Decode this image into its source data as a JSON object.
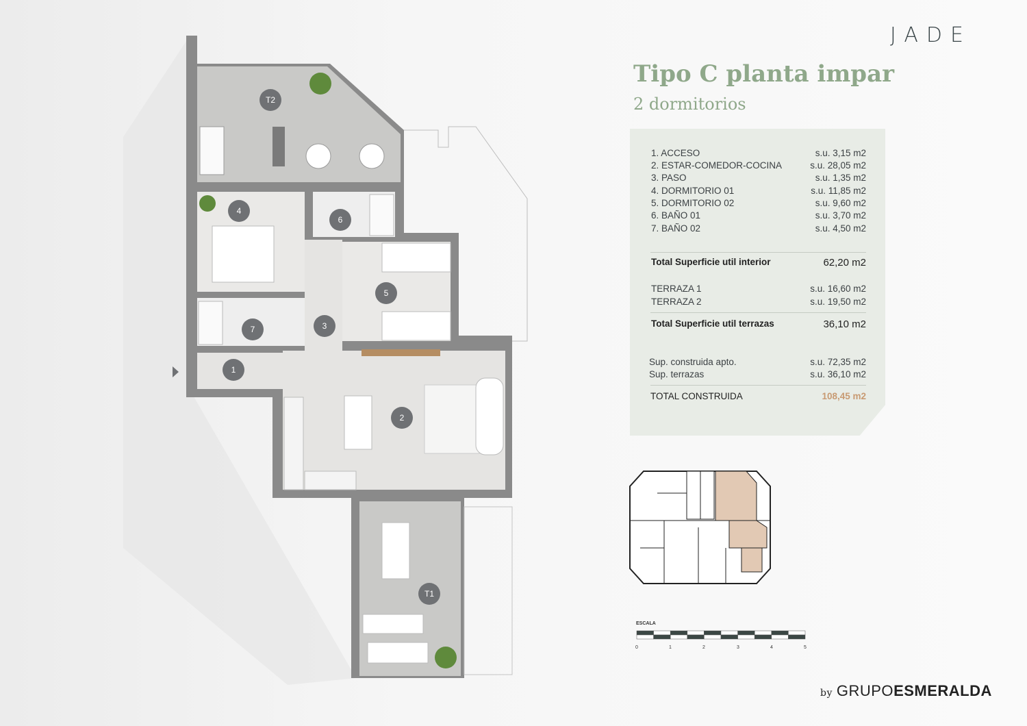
{
  "brand": "JADE",
  "title": "Tipo C planta impar",
  "subtitle": "2 dormitorios",
  "rooms": [
    {
      "label": "1. ACCESO",
      "value": "s.u.   3,15 m2"
    },
    {
      "label": "2. ESTAR-COMEDOR-COCINA",
      "value": "s.u. 28,05 m2"
    },
    {
      "label": "3. PASO",
      "value": "s.u.   1,35 m2"
    },
    {
      "label": "4. DORMITORIO 01",
      "value": "s.u. 11,85 m2"
    },
    {
      "label": "5. DORMITORIO 02",
      "value": "s.u.   9,60 m2"
    },
    {
      "label": "6. BAÑO 01",
      "value": "s.u.   3,70 m2"
    },
    {
      "label": "7. BAÑO 02",
      "value": "s.u.   4,50 m2"
    }
  ],
  "total_interior": {
    "label": "Total Superficie util interior",
    "value": "62,20 m2"
  },
  "terraces": [
    {
      "label": "TERRAZA 1",
      "value": "s.u. 16,60 m2"
    },
    {
      "label": "TERRAZA 2",
      "value": "s.u. 19,50 m2"
    }
  ],
  "total_terraces": {
    "label": "Total Superficie util terrazas",
    "value": "36,10 m2"
  },
  "built": [
    {
      "label": "Sup. construida apto.",
      "value": "s.u. 72,35 m2"
    },
    {
      "label": "Sup. terrazas",
      "value": "s.u. 36,10 m2"
    }
  ],
  "total_built": {
    "label": "TOTAL CONSTRUIDA",
    "value": "108,45 m2"
  },
  "plan_tags": [
    "T2",
    "4",
    "6",
    "5",
    "3",
    "7",
    "1",
    "2",
    "T1"
  ],
  "scale": {
    "label": "ESCALA",
    "ticks": [
      "0",
      "1",
      "2",
      "3",
      "4",
      "5"
    ]
  },
  "footer": {
    "by": "by",
    "group_light": "GRUPO",
    "group_bold": "ESMERALDA"
  },
  "colors": {
    "accent": "#8fa88a",
    "highlight": "#c89a72",
    "wall": "#8a8a8a"
  }
}
